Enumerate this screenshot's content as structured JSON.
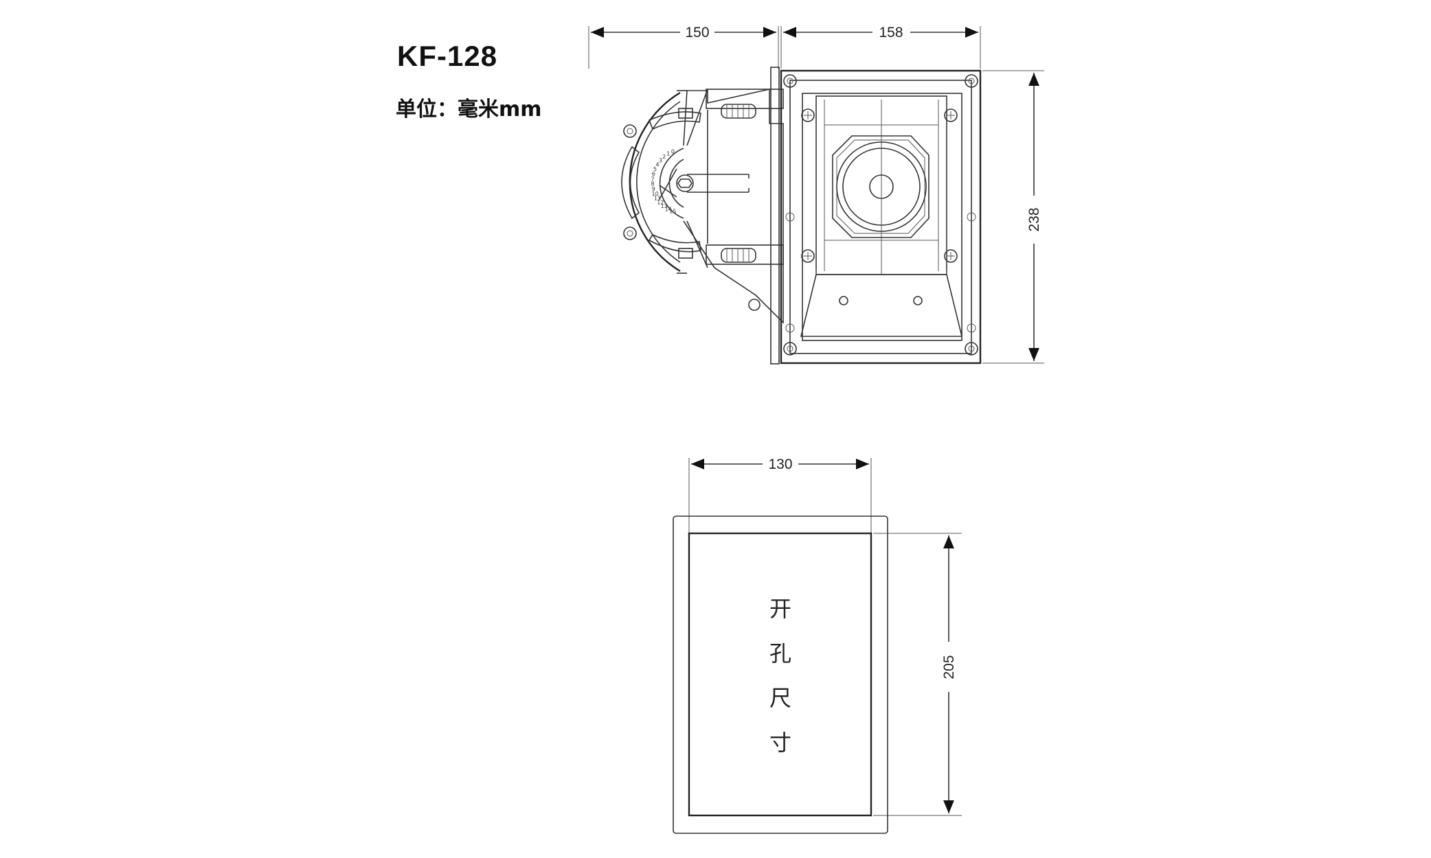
{
  "header": {
    "model": "KF-128",
    "unit_label": "单位：毫米mm"
  },
  "dimensions": {
    "side_depth": "150",
    "front_width": "158",
    "front_height": "238",
    "cutout_width": "130",
    "cutout_height": "205"
  },
  "cutout_label": {
    "line1": "开",
    "line2": "孔",
    "line3": "尺",
    "line4": "寸"
  },
  "scale_marks": [
    "0",
    "1",
    "2",
    "3",
    "4",
    "5",
    "6",
    "7",
    "8",
    "9",
    "10",
    "11",
    "12",
    "13",
    "14",
    "15"
  ]
}
